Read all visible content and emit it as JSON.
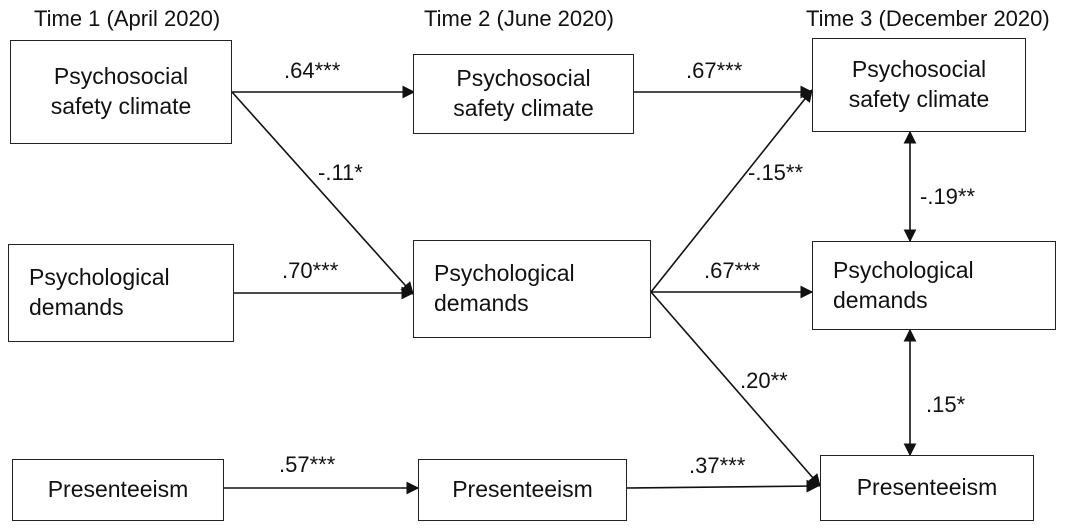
{
  "time_labels": {
    "t1": "Time 1 (April 2020)",
    "t2": "Time 2 (June 2020)",
    "t3": "Time 3 (December 2020)"
  },
  "nodes": {
    "t1_psc": "Psychosocial\nsafety climate",
    "t1_pd": "Psychological\ndemands",
    "t1_pres": "Presenteeism",
    "t2_psc": "Psychosocial\nsafety climate",
    "t2_pd": "Psychological\ndemands",
    "t2_pres": "Presenteeism",
    "t3_psc": "Psychosocial\nsafety climate",
    "t3_pd": "Psychological\ndemands",
    "t3_pres": "Presenteeism"
  },
  "paths": {
    "psc1_psc2": ".64***",
    "psc1_pd2": "-.11*",
    "pd1_pd2": ".70***",
    "pres1_pres2": ".57***",
    "psc2_psc3": ".67***",
    "pd2_psc3": "-.15**",
    "pd2_pd3": ".67***",
    "pd2_pres3": ".20**",
    "pres2_pres3": ".37***",
    "psc3_pd3": "-.19**",
    "pd3_pres3": ".15*"
  }
}
